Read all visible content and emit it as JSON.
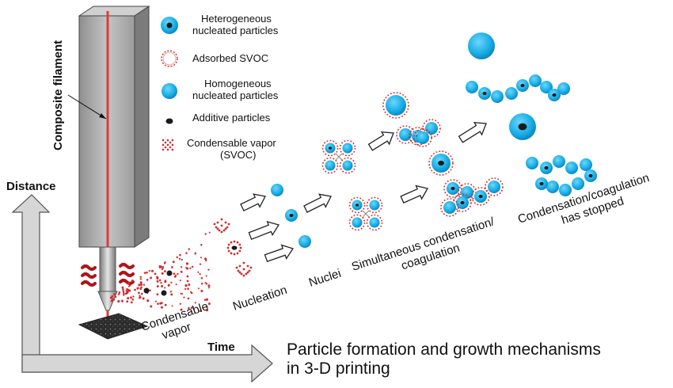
{
  "legend": {
    "heterogeneous": "Heterogeneous nucleated particles",
    "adsorbed": "Adsorbed SVOC",
    "homogeneous": "Homogeneous nucleated particles",
    "additive": "Additive particles",
    "vapor": "Condensable vapor (SVOC)"
  },
  "filament_label": "Composite filament",
  "axes": {
    "y_label": "Distance",
    "x_label": "Time"
  },
  "stages": {
    "condensable_vapor": "Condensable vapor",
    "nucleation": "Nucleation",
    "nuclei": "Nuclei",
    "simultaneous": "Simultaneous condensation/ coagulation",
    "stopped": "Condensation/coagulation has stopped"
  },
  "caption": "Particle formation and growth mechanisms in 3-D printing",
  "colors": {
    "particle": "#1ab0e8",
    "particle_dark": "#0a7fb8",
    "svoc_red": "#d42a2a",
    "additive": "#1a1a1a",
    "filament_body": "#9a9a9a",
    "laser_line": "#e03a3a",
    "axis_fill": "#d6d6d6"
  }
}
